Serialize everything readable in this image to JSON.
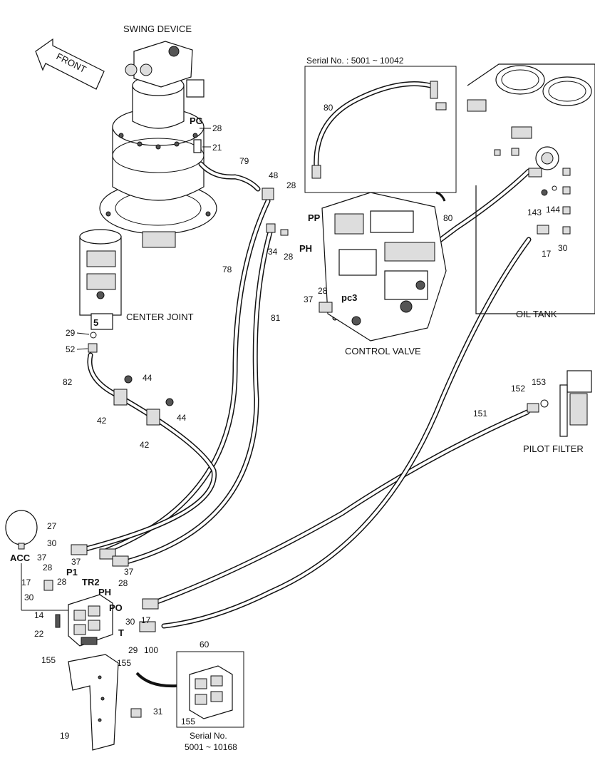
{
  "headings": {
    "swing_device": "SWING DEVICE",
    "center_joint": "CENTER JOINT",
    "control_valve": "CONTROL VALVE",
    "oil_tank": "OIL TANK",
    "pilot_filter": "PILOT FILTER",
    "front": "FRONT"
  },
  "insets": {
    "top_serial": "Serial No. : 5001 ~ 10042",
    "bottom_serial_line1": "Serial No.",
    "bottom_serial_line2": "5001 ~ 10168"
  },
  "port_labels": {
    "pg": "PG",
    "pp": "PP",
    "ph_valve": "PH",
    "pc3": "pc3",
    "cj_port": "5",
    "acc": "ACC",
    "p1": "P1",
    "tr2": "TR2",
    "ph_block": "PH",
    "po": "PO",
    "t": "T"
  },
  "part_numbers": {
    "n28_pg": "28",
    "n21": "21",
    "n79": "79",
    "n48": "48",
    "n28_top": "28",
    "n80_inset": "80",
    "n80_right": "80",
    "n78": "78",
    "n34": "34",
    "n28_ph": "28",
    "n143": "143",
    "n144": "144",
    "n17_tank": "17",
    "n30_tank": "30",
    "n37_pc3": "37",
    "n28_pc3": "28",
    "n81": "81",
    "n29_cj": "29",
    "n52": "52",
    "n82": "82",
    "n44_a": "44",
    "n44_b": "44",
    "n42_a": "42",
    "n42_b": "42",
    "n152": "152",
    "n153": "153",
    "n151": "151",
    "n27": "27",
    "n30_acc": "30",
    "n37_a": "37",
    "n28_a": "28",
    "n37_b": "37",
    "n37_c": "37",
    "n28_b": "28",
    "n28_c": "28",
    "n17_block": "17",
    "n30_block": "30",
    "n30_po": "30",
    "n17_po": "17",
    "n14": "14",
    "n22": "22",
    "n29_t": "29",
    "n100": "100",
    "n60": "60",
    "n155_a": "155",
    "n155_b": "155",
    "n155_inset": "155",
    "n19": "19",
    "n31": "31"
  }
}
